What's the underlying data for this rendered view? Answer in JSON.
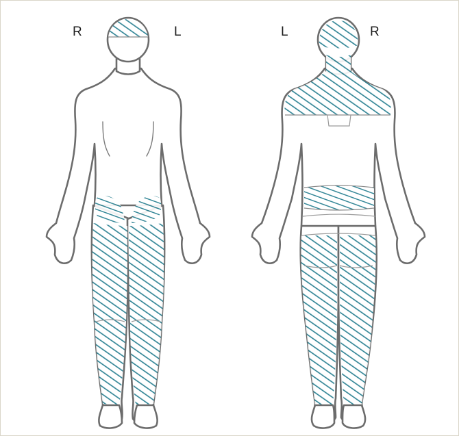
{
  "labels": {
    "front_right": "R",
    "front_left": "L",
    "back_left": "L",
    "back_right": "R"
  },
  "colors": {
    "hatch": "#1f7a8c",
    "outline": "#6c6c6c"
  },
  "views": [
    {
      "name": "front",
      "shaded_regions": [
        "scalp-top",
        "right-groin",
        "left-groin",
        "right-leg",
        "left-leg"
      ]
    },
    {
      "name": "back",
      "shaded_regions": [
        "back-of-head",
        "neck-and-upper-back",
        "lower-back-band",
        "left-leg",
        "right-leg"
      ]
    }
  ]
}
